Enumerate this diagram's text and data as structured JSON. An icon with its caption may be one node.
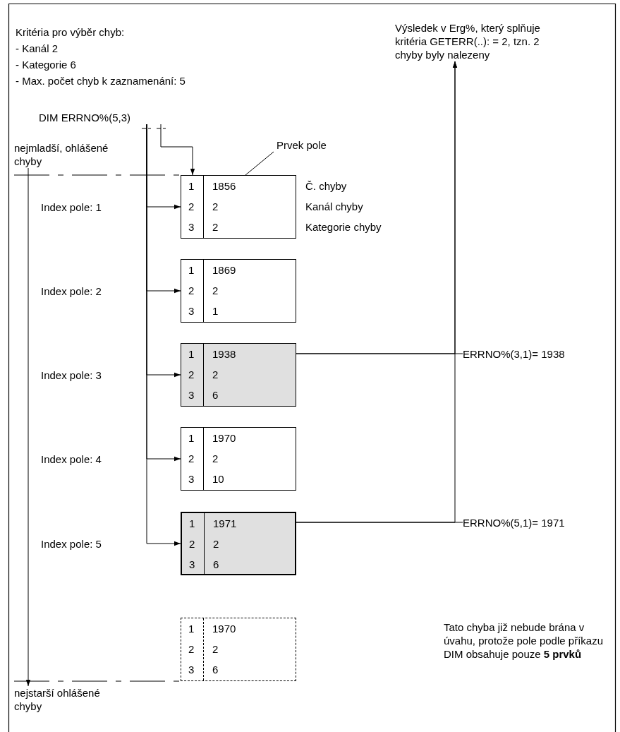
{
  "diagram": {
    "nodes": [
      {
        "text": [
          "DIM ERRNO%(5,3)"
        ]
      },
      {
        "text": [
          "Výsledek v Erg%, který splňuje kritéria GETERR(..): = 2, tzn. 2 chyby byly nalezeny"
        ]
      },
      {
        "text": [
          "nejmladší, ohlášené chyby"
        ]
      },
      {
        "text": [
          "Prvek pole"
        ]
      },
      {
        "text": [
          "1",
          "1856",
          "2",
          "2",
          "3",
          "2"
        ],
        "beside": [
          "Č. chyby",
          "Kanál chyby",
          "Kategorie chyby"
        ]
      },
      {
        "text": [
          "1",
          "1869",
          "2",
          "2",
          "3",
          "1"
        ]
      },
      {
        "text": [
          "1",
          "1938",
          "2",
          "2",
          "3",
          "6"
        ]
      },
      {
        "text": [
          "1",
          "1970",
          "2",
          "2",
          "3",
          "10"
        ]
      },
      {
        "text": [
          "1",
          "1971",
          "2",
          "2",
          "3",
          "6"
        ]
      },
      {
        "text": [
          "1",
          "1970",
          "2",
          "2",
          "3",
          "6"
        ]
      },
      {
        "text": [
          "ERRNO%(3,1)= 1938"
        ]
      },
      {
        "text": [
          "ERRNO%(5,1)= 1971"
        ]
      },
      {
        "text": [
          "nejstarší ohlášené chyby"
        ]
      }
    ],
    "edges": [
      {
        "from": 0,
        "to": 4,
        "arrow": "to"
      },
      {
        "from": 0,
        "to": 4,
        "arrow": "to"
      },
      {
        "from": 0,
        "to": 5,
        "arrow": "to"
      },
      {
        "from": 0,
        "to": 6,
        "arrow": "to"
      },
      {
        "from": 0,
        "to": 7,
        "arrow": "to"
      },
      {
        "from": 0,
        "to": 8,
        "arrow": "to"
      },
      {
        "from": 3,
        "to": 4,
        "arrow": "none"
      },
      {
        "from": 6,
        "to": 10,
        "arrow": "none"
      },
      {
        "from": 8,
        "to": 11,
        "arrow": "none"
      },
      {
        "from": 6,
        "to": 1,
        "arrow": "to"
      },
      {
        "from": 8,
        "to": 1,
        "arrow": "to"
      },
      {
        "from": 2,
        "to": 12,
        "arrow": "to"
      },
      {
        "from": 2,
        "to": 4,
        "arrow": "none",
        "style": "dashed"
      },
      {
        "from": 12,
        "to": 9,
        "arrow": "none",
        "style": "dashed"
      }
    ],
    "labels": [
      "Kritéria pro výběr chyb:",
      "- Kanál 2",
      "- Kategorie 6",
      "- Max. počet chyb k zaznamenání: 5",
      "Index pole: 1",
      "Index pole: 2",
      "Index pole: 3",
      "Index pole: 4",
      "Index pole: 5",
      "Tato chyba již nebude brána v úvahu, protože pole podle příkazu DIM obsahuje pouze **5 prvků**"
    ]
  }
}
